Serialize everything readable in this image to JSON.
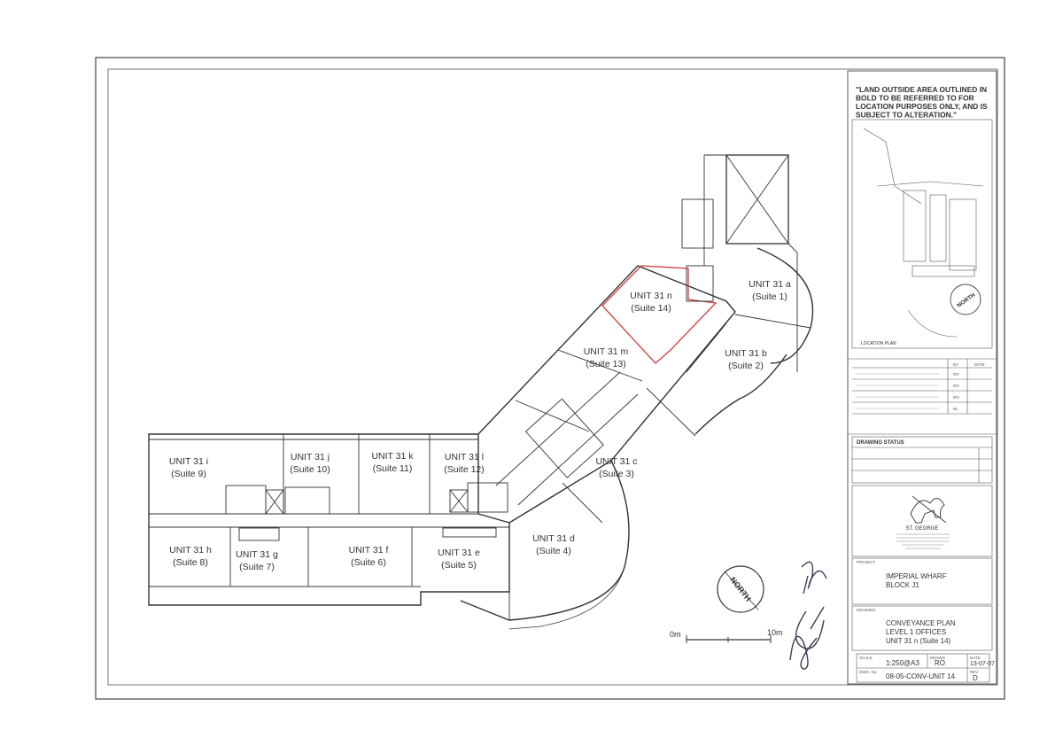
{
  "note": {
    "lines": [
      "\"LAND OUTSIDE AREA OUTLINED IN",
      "BOLD TO BE REFERRED TO FOR",
      "LOCATION PURPOSES ONLY, AND IS",
      "SUBJECT TO ALTERATION.\""
    ]
  },
  "location_plan": {
    "caption": "LOCATION PLAN",
    "north": "NORTH"
  },
  "revisions": {
    "header_by": "BY",
    "header_date": "DATE",
    "rows": [
      {
        "by": "RO",
        "date": ""
      },
      {
        "by": "RO",
        "date": ""
      },
      {
        "by": "RO",
        "date": ""
      },
      {
        "by": "RL",
        "date": ""
      }
    ]
  },
  "drawing_status": {
    "title": "DRAWING STATUS"
  },
  "company": {
    "name": "ST. GEORGE"
  },
  "project": {
    "label": "PROJECT",
    "line1": "IMPERIAL WHARF",
    "line2": "BLOCK J1"
  },
  "drawing": {
    "label": "DRAWING",
    "line1": "CONVEYANCE PLAN",
    "line2": "LEVEL 1 OFFICES",
    "line3": "UNIT 31 n (Suite 14)"
  },
  "details": {
    "scale_label": "SCALE",
    "scale": "1:250@A3",
    "drawn_label": "DRAWN",
    "drawn": "RO",
    "date_label": "DATE",
    "date": "13-07-07",
    "dwg_no_label": "DWG. No.",
    "dwg_no": "08-05-CONV-UNIT 14",
    "rev_label": "REV.",
    "rev": "D"
  },
  "plan": {
    "north": "NORTH",
    "scale_start": "0m",
    "scale_end": "10m",
    "units": [
      {
        "unit": "UNIT 31 a",
        "suite": "(Suite 1)"
      },
      {
        "unit": "UNIT 31 b",
        "suite": "(Suite 2)"
      },
      {
        "unit": "UNIT 31 c",
        "suite": "(Suite 3)"
      },
      {
        "unit": "UNIT 31 d",
        "suite": "(Suite 4)"
      },
      {
        "unit": "UNIT 31 e",
        "suite": "(Suite 5)"
      },
      {
        "unit": "UNIT 31 f",
        "suite": "(Suite 6)"
      },
      {
        "unit": "UNIT 31 g",
        "suite": "(Suite 7)"
      },
      {
        "unit": "UNIT 31 h",
        "suite": "(Suite 8)"
      },
      {
        "unit": "UNIT 31 i",
        "suite": "(Suite 9)"
      },
      {
        "unit": "UNIT 31 j",
        "suite": "(Suite 10)"
      },
      {
        "unit": "UNIT 31 k",
        "suite": "(Suite 11)"
      },
      {
        "unit": "UNIT 31 l",
        "suite": "(Suite 12)"
      },
      {
        "unit": "UNIT 31 m",
        "suite": "(Suite 13)"
      },
      {
        "unit": "UNIT 31 n",
        "suite": "(Suite 14)",
        "highlight": true
      }
    ]
  },
  "colors": {
    "highlight": "#d23c3c",
    "line": "#333333",
    "signature": "#3a3d55"
  }
}
